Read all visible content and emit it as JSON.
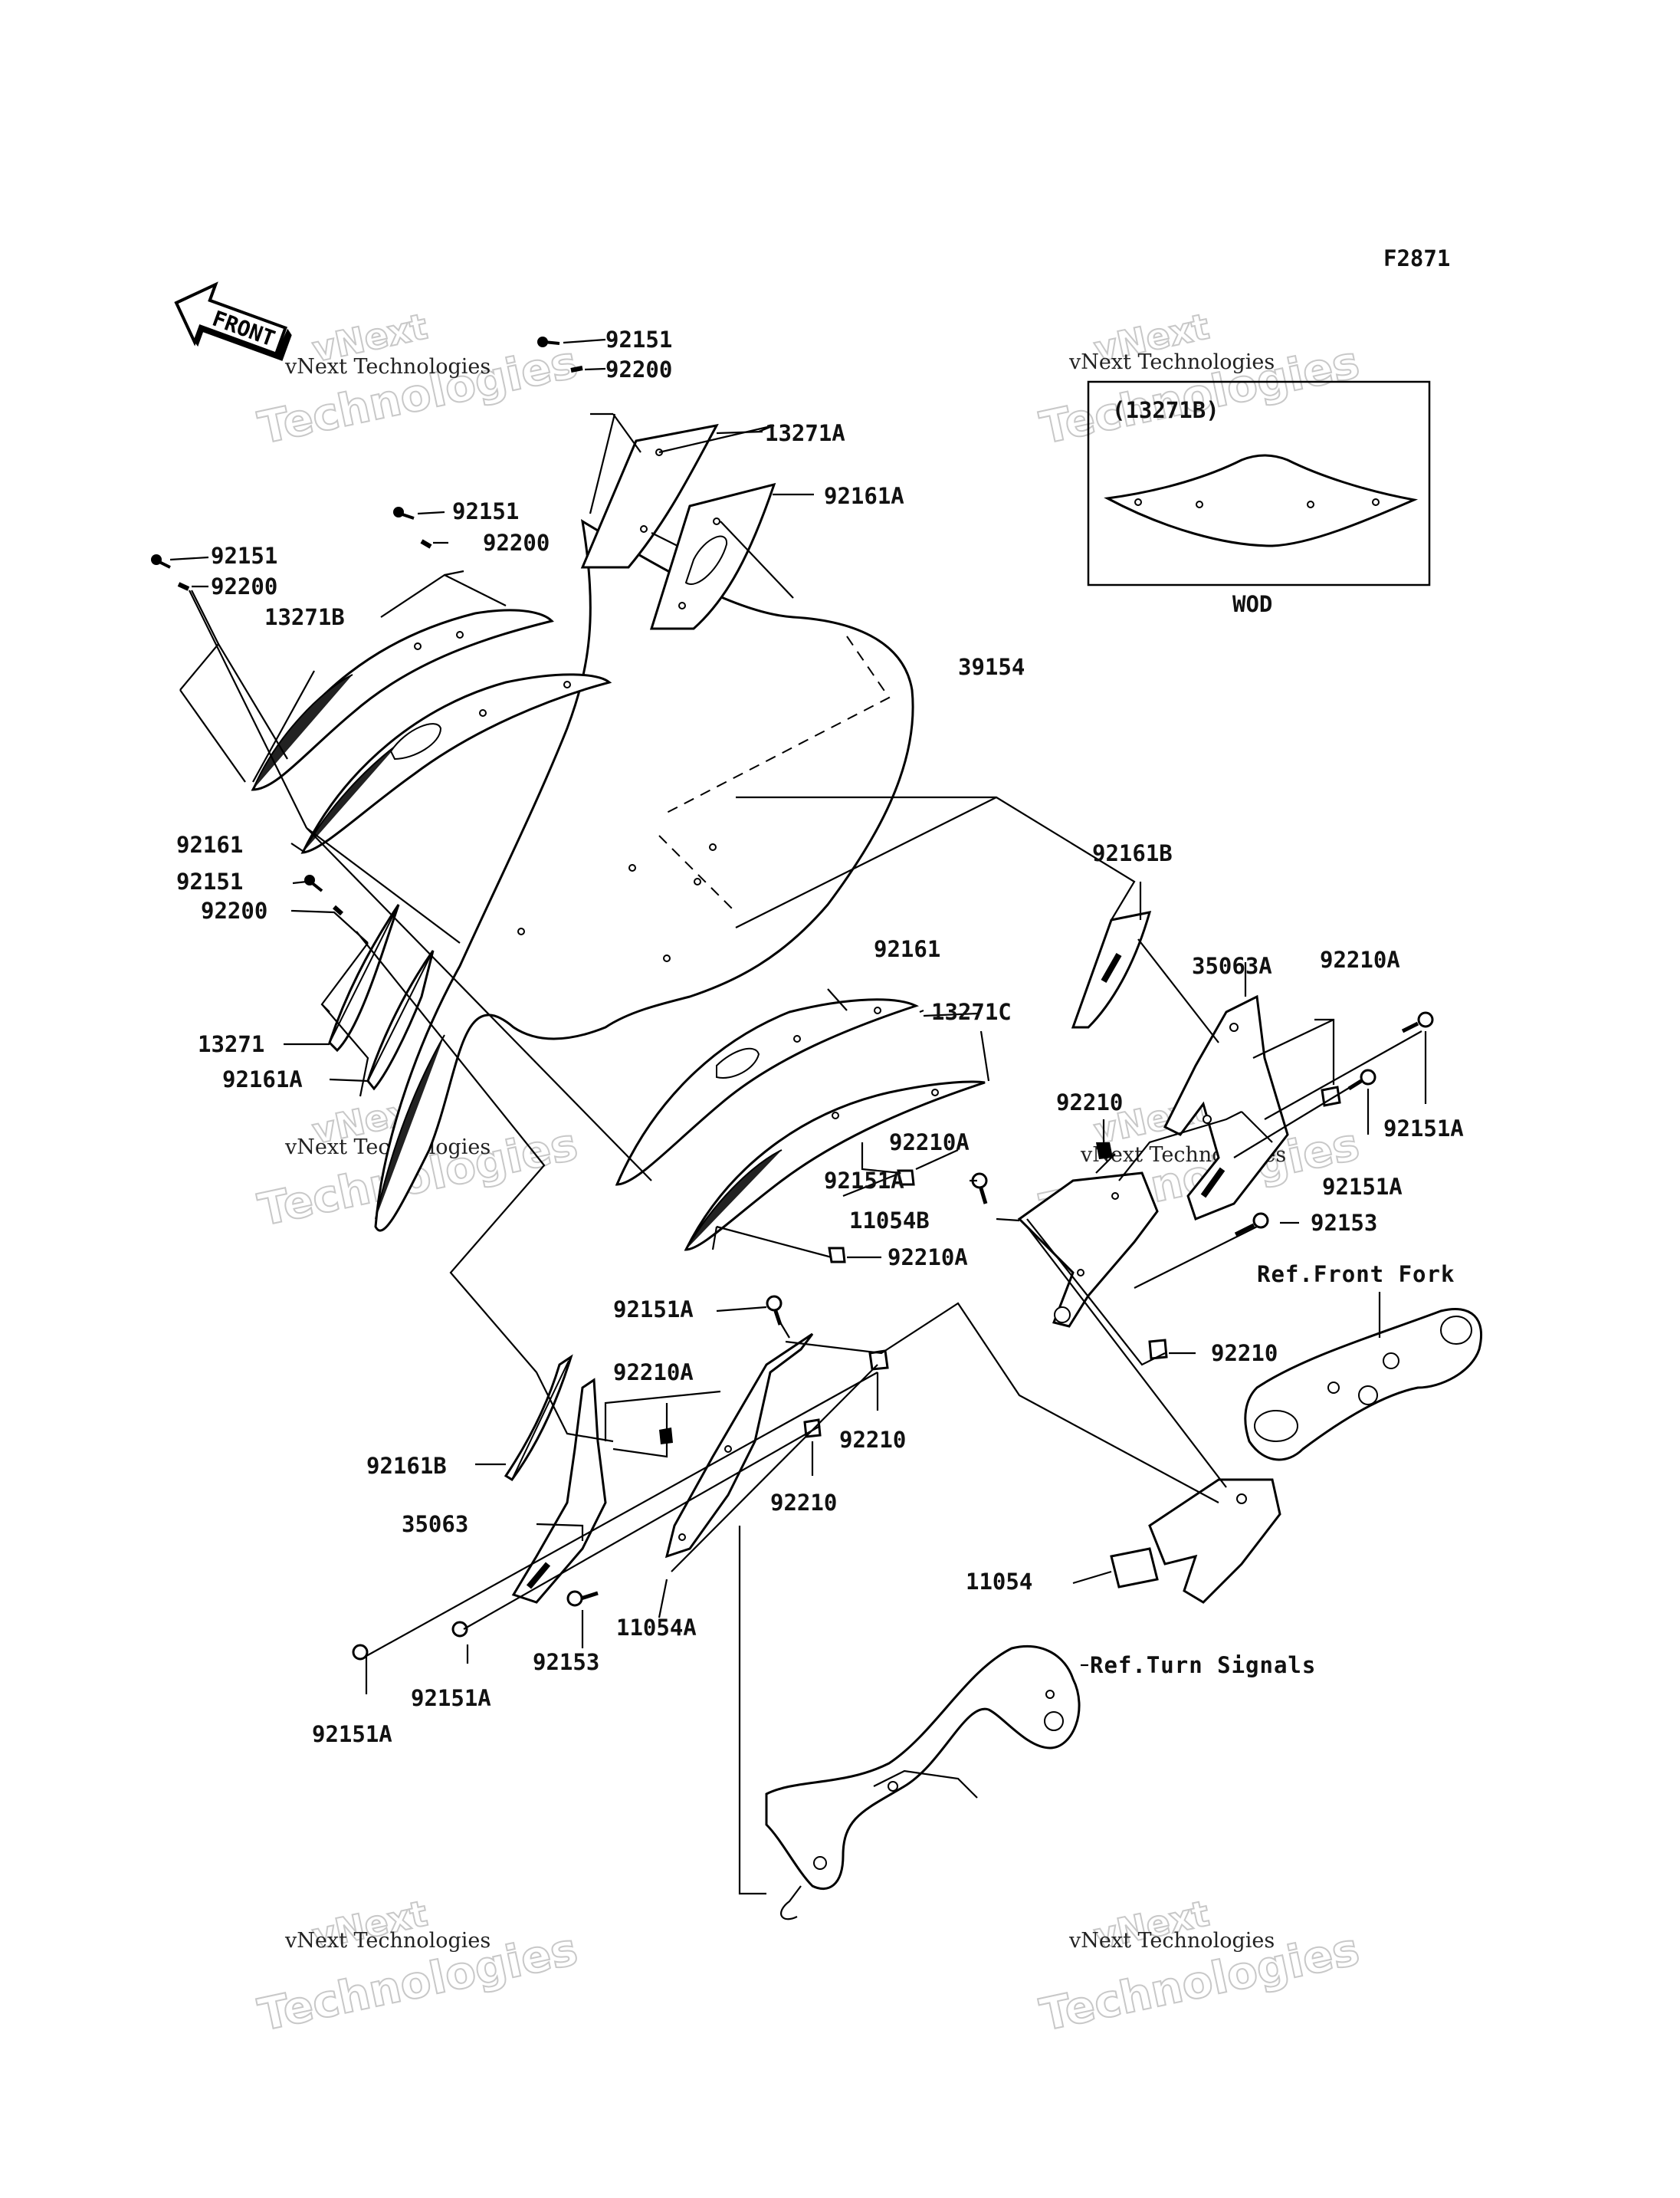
{
  "figure_code": "F2871",
  "front_arrow_label": "FRONT",
  "inset": {
    "title": "(13271B)",
    "caption": "WOD"
  },
  "references": {
    "front_fork": "Ref.Front Fork",
    "turn_signals": "Ref.Turn Signals"
  },
  "watermark": {
    "line1": "vNext Technologies",
    "line2": "vNext",
    "line3": "Technologies"
  },
  "callouts": [
    "92151",
    "92200",
    "13271A",
    "92161A",
    "92151",
    "92200",
    "92151",
    "92200",
    "13271B",
    "39154",
    "92161",
    "92151",
    "92200",
    "13271",
    "92161A",
    "92161B",
    "35063A",
    "92210A",
    "92161",
    "13271C",
    "92210",
    "92151A",
    "92210A",
    "92151A",
    "11054B",
    "92151A",
    "92153",
    "92210A",
    "Ref.Front Fork",
    "92151A",
    "92210",
    "92210A",
    "92210",
    "92161B",
    "92210",
    "35063",
    "11054",
    "11054A",
    "92153",
    "92151A",
    "92151A"
  ]
}
